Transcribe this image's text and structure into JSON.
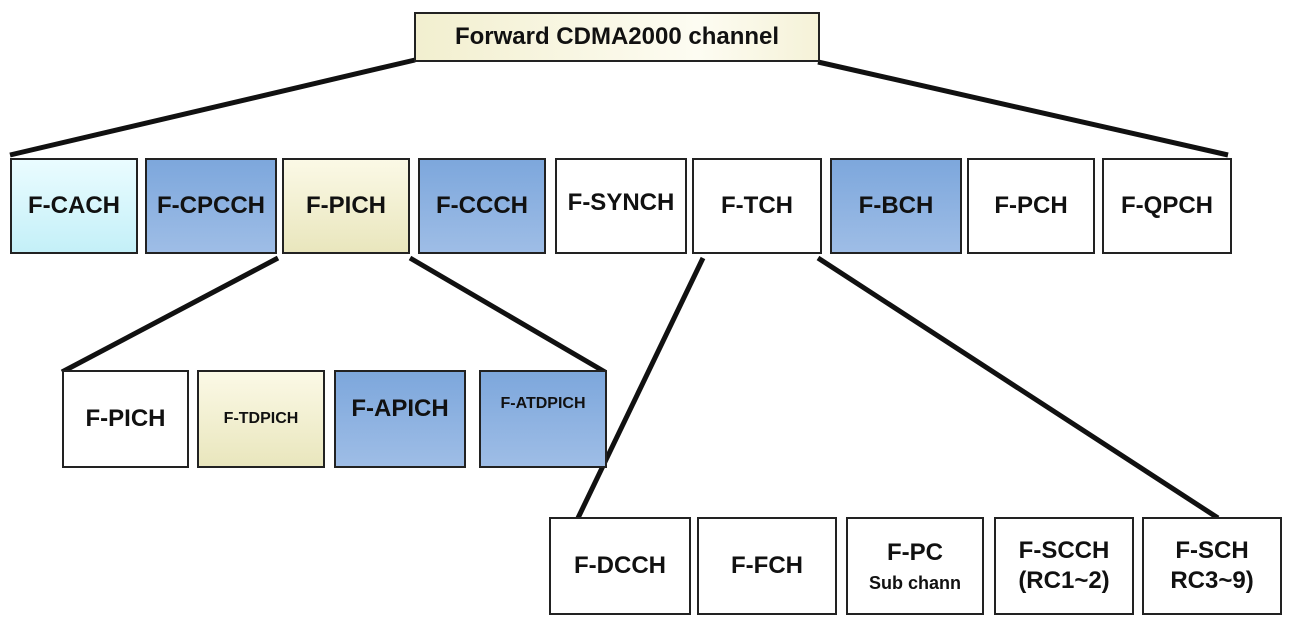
{
  "root": {
    "label": "Forward CDMA2000 channel"
  },
  "level1": [
    {
      "label": "F-CACH",
      "fill": "cyan"
    },
    {
      "label": "F-CPCCH",
      "fill": "blue"
    },
    {
      "label": "F-PICH",
      "fill": "cream"
    },
    {
      "label": "F-CCCH",
      "fill": "blue"
    },
    {
      "label": "F-SYNCH",
      "fill": "white"
    },
    {
      "label": "F-TCH",
      "fill": "white"
    },
    {
      "label": "F-BCH",
      "fill": "blue"
    },
    {
      "label": "F-PCH",
      "fill": "white"
    },
    {
      "label": "F-QPCH",
      "fill": "white"
    }
  ],
  "pich_children": [
    {
      "label": "F-PICH",
      "fill": "white"
    },
    {
      "label": "F-TDPICH",
      "fill": "cream"
    },
    {
      "label": "F-APICH",
      "fill": "blue"
    },
    {
      "label": "F-ATDPICH",
      "fill": "blue"
    }
  ],
  "tch_children": [
    {
      "label": "F-DCCH"
    },
    {
      "label": "F-FCH"
    },
    {
      "label": "F-PC",
      "sub": "Sub chann"
    },
    {
      "label": "F-SCCH",
      "sub": "(RC1~2)"
    },
    {
      "label": "F-SCH",
      "sub": "RC3~9)"
    }
  ],
  "colors": {
    "white": "#ffffff",
    "cyan": "#d2f5fb",
    "blue": "#8db1e1",
    "cream": "#f0edcc",
    "line": "#111111"
  }
}
